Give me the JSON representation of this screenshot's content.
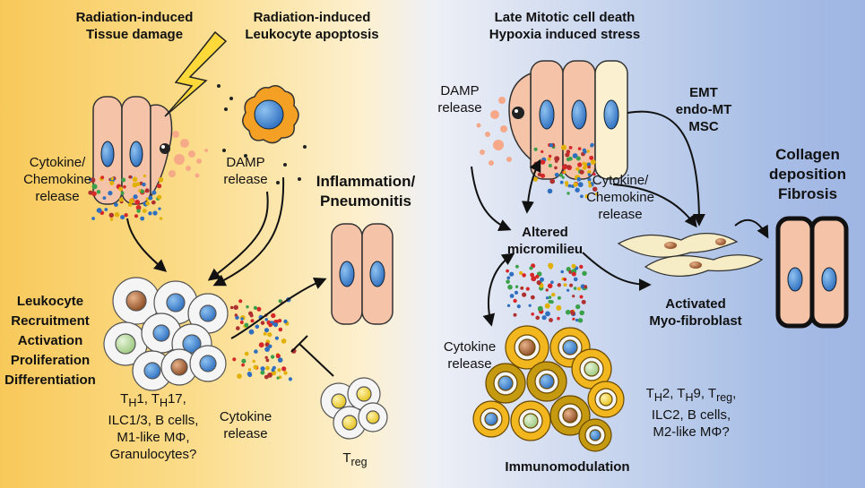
{
  "labels": {
    "tissue_damage": [
      "Radiation-induced",
      "Tissue damage"
    ],
    "leukocyte_apoptosis": [
      "Radiation-induced",
      "Leukocyte apoptosis"
    ],
    "cytokine_chemokine_left": [
      "Cytokine/",
      "Chemokine",
      "release"
    ],
    "damp_left": [
      "DAMP",
      "release"
    ],
    "inflammation": [
      "Inflammation/",
      "Pneumonitis"
    ],
    "leukocyte_steps": [
      "Leukocyte",
      "Recruitment",
      "Activation",
      "Proliferation",
      "Differentiation"
    ],
    "th_left": [
      "T<sub>H</sub>1, T<sub>H</sub>17,",
      "ILC1/3, B cells,",
      "M1-like MΦ,",
      "Granulocytes?"
    ],
    "cytokine_release_mid": [
      "Cytokine",
      "release"
    ],
    "treg": "T<sub>reg</sub>",
    "late_mitotic": [
      "Late Mitotic cell death",
      "Hypoxia induced stress"
    ],
    "damp_right": [
      "DAMP",
      "release"
    ],
    "emt": [
      "EMT",
      "endo-MT",
      "MSC"
    ],
    "cytokine_chemokine_right": [
      "Cytokine/",
      "Chemokine",
      "release"
    ],
    "altered": [
      "Altered",
      "micromilieu"
    ],
    "collagen": [
      "Collagen",
      "deposition",
      "Fibrosis"
    ],
    "activated": [
      "Activated",
      "Myo-fibroblast"
    ],
    "cytokine_release_right": [
      "Cytokine",
      "release"
    ],
    "th_right": [
      "T<sub>H</sub>2, T<sub>H</sub>9, T<sub>reg</sub>,",
      "ILC2, B cells,",
      "M2-like MΦ?"
    ],
    "immunomodulation": "Immunomodulation"
  },
  "colors": {
    "epithelial": "#f4c3a8",
    "nucleus": "#4a90d9",
    "apoptotic": "#f4a024",
    "immune_cell": "#ffffff",
    "m2_cell": "#f2b61e",
    "fibroblast": "#f6ecc6"
  }
}
